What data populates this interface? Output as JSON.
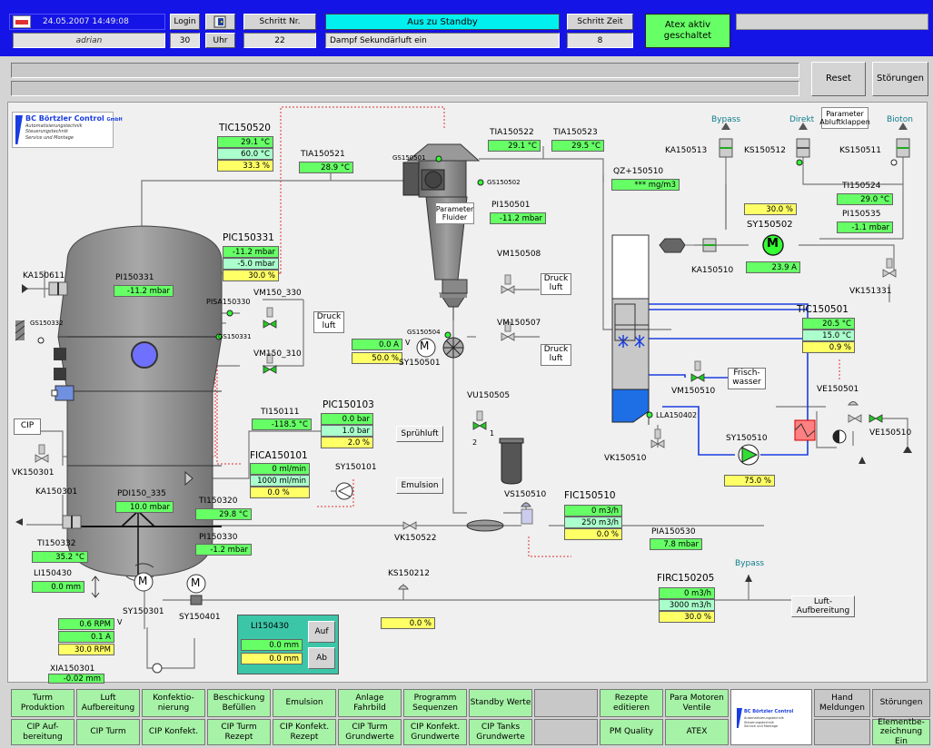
{
  "header": {
    "datetime": "24.05.2007 14:49:08",
    "user": "adrian",
    "login_label": "Login",
    "login_value": "30",
    "clock_label": "Uhr",
    "step_nr_label": "Schritt Nr.",
    "step_nr_value": "22",
    "state_title": "Aus zu Standby",
    "step_text": "Dampf Sekundärluft ein",
    "step_time_label": "Schritt Zeit",
    "step_time_value": "8",
    "atex": "Atex aktiv geschaltet"
  },
  "controls": {
    "reset": "Reset",
    "faults": "Störungen"
  },
  "logo": {
    "name": "BC Börtzler Control",
    "suffix": "GmbH",
    "lines": [
      "Automatisierungstechnik",
      "Steuerungstechnik",
      "Service und Montage"
    ]
  },
  "tags": {
    "TIC150520": "TIC150520",
    "TIC150520_v1": "29.1 °C",
    "TIC150520_v2": "60.0 °C",
    "TIC150520_v3": "33.3 %",
    "TIA150521": "TIA150521",
    "TIA150521_v": "28.9 °C",
    "TIA150522": "TIA150522",
    "TIA150522_v": "29.1 °C",
    "TIA150523": "TIA150523",
    "TIA150523_v": "29.5 °C",
    "QZ150510": "QZ+150510",
    "QZ150510_v": "*** mg/m3",
    "Bypass1": "Bypass",
    "Direkt": "Direkt",
    "Bioton": "Bioton",
    "param_abluft": "Parameter Abluftklappen",
    "KA150513": "KA150513",
    "KS150512": "KS150512",
    "KS150511": "KS150511",
    "KS150512_v": "30.0  %",
    "SY150502": "SY150502",
    "SY150502_v": "23.9   A",
    "TI150524": "TI150524",
    "TI150524_v": "29.0 °C",
    "PI150535": "PI150535",
    "PI150535_v": "-1.1 mbar",
    "KA150510": "KA150510",
    "VK151331": "VK151331",
    "GS150501": "GS150501",
    "GS150502": "GS150502",
    "param_fluider": "Parameter Fluider",
    "PI150501": "PI150501",
    "PI150501_v": "-11.2 mbar",
    "VM150508": "VM150508",
    "VM150507": "VM150507",
    "druckluft": "Druck luft",
    "PIC150331": "PIC150331",
    "PIC150331_v1": "-11.2 mbar",
    "PIC150331_v2": "-5.0 mbar",
    "PIC150331_v3": "30.0 %",
    "KA150611": "KA150611",
    "PI150331": "PI150331",
    "PI150331_v": "-11.2 mbar",
    "PISA150330": "PISA150330",
    "VM150_330": "VM150_330",
    "GS150331": "GS150331",
    "GS150332": "GS150332",
    "VM150_310": "VM150_310",
    "GS150504": "GS150504",
    "SY150501": "SY150501",
    "SY150501_v1": "0.0    A",
    "SY150501_v1u": "V",
    "SY150501_v2": "50.0  %",
    "TIC150501": "TIC150501",
    "TIC150501_v1": "20.5 °C",
    "TIC150501_v2": "15.0 °C",
    "TIC150501_v3": "0.9 %",
    "VM150510": "VM150510",
    "frischwasser": "Frisch- wasser",
    "LLA150402": "LLA150402",
    "VE150501": "VE150501",
    "VE150510": "VE150510",
    "SY150510": "SY150510",
    "SY150510_v": "75.0  %",
    "VK150510": "VK150510",
    "CIP": "CIP",
    "VK150301": "VK150301",
    "KA150301": "KA150301",
    "TI150111": "TI150111",
    "TI150111_v": "-118.5 °C",
    "PIC150103": "PIC150103",
    "PIC150103_v1": "0.0 bar",
    "PIC150103_v2": "1.0 bar",
    "PIC150103_v3": "2.0 %",
    "spruehluft": "Sprühluft",
    "VU150505": "VU150505",
    "FICA150101": "FICA150101",
    "FICA150101_v1": "0 ml/min",
    "FICA150101_v2": "1000 ml/min",
    "FICA150101_v3": "0.0 %",
    "SY150101": "SY150101",
    "emulsion": "Emulsion",
    "PDI150_335": "PDI150_335",
    "PDI150_335_v": "10.0 mbar",
    "TI150320": "TI150320",
    "TI150320_v": "29.8 °C",
    "PI150330": "PI150330",
    "PI150330_v": "-1.2 mbar",
    "TI150332": "TI150332",
    "TI150332_v": "35.2 °C",
    "LI150430": "LI150430",
    "LI150430_v": "0.0 mm",
    "VS150510": "VS150510",
    "FIC150510": "FIC150510",
    "FIC150510_v1": "0 m3/h",
    "FIC150510_v2": "250 m3/h",
    "FIC150510_v3": "0.0 %",
    "PIA150530": "PIA150530",
    "PIA150530_v": "7.8 mbar",
    "VK150522": "VK150522",
    "KS150212": "KS150212",
    "KS150212_v": "0.0   %",
    "Bypass2": "Bypass",
    "FIRC150205": "FIRC150205",
    "FIRC150205_v1": "0 m3/h",
    "FIRC150205_v2": "3000 m3/h",
    "FIRC150205_v3": "30.0 %",
    "luftaufbereitung": "Luft- Aufbereitung",
    "SY150301": "SY150301",
    "SY150301_v1": "0.6  RPM",
    "SY150301_v1u": "V",
    "SY150301_v2": "0.1    A",
    "SY150301_v3": "30.0 RPM",
    "SY150401": "SY150401",
    "XIA150301": "XIA150301",
    "XIA150301_v": "-0.02 mm",
    "LI150430_panel": "LI150430",
    "LI150430_p1": "0.0 mm",
    "LI150430_p2": "0.0 mm",
    "auf": "Auf",
    "ab": "Ab",
    "motor_symbol": "M",
    "valve_num1": "1",
    "valve_num2": "2"
  },
  "nav": {
    "row1": [
      "Turm Produktion",
      "Luft Aufbereitung",
      "Konfektio- nierung",
      "Beschickung Befüllen",
      "Emulsion",
      "Anlage Fahrbild",
      "Programm Sequenzen",
      "Standby Werte",
      "",
      "Rezepte editieren",
      "Para Motoren Ventile",
      "",
      "Hand Meldungen",
      "Störungen"
    ],
    "row2": [
      "CIP Auf- bereitung",
      "CIP Turm",
      "CIP Konfekt.",
      "CIP Turm Rezept",
      "CIP Konfekt. Rezept",
      "CIP Turm Grundwerte",
      "CIP Konfekt. Grundwerte",
      "CIP  Tanks Grundwerte",
      "",
      "PM Quality",
      "ATEX",
      "",
      "",
      "Elementbe- zeichnung Ein"
    ]
  },
  "colors": {
    "header_blue": "#1414e6",
    "value_green": "#66ff66",
    "setpoint_yellow": "#ffff66",
    "cyan_title": "#00f0f0",
    "water_blue": "#1e6ee6",
    "nav_green": "#a6f2a6"
  }
}
